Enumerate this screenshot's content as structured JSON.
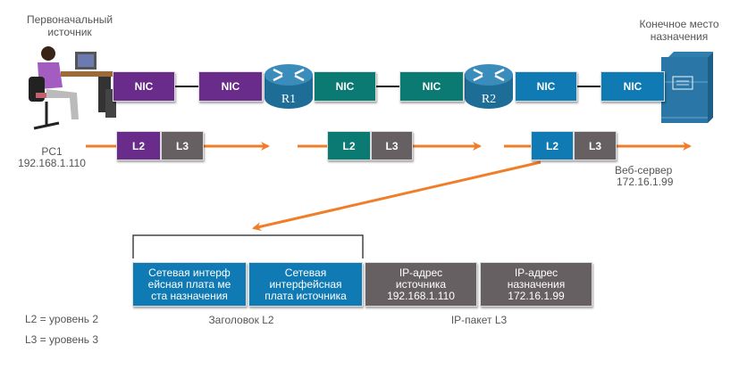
{
  "source": {
    "title": "Первоначальный\nисточник",
    "name": "PC1",
    "ip": "192.168.1.110"
  },
  "destination": {
    "title": "Конечное место\nназначения",
    "name": "Веб-сервер",
    "ip": "172.16.1.99"
  },
  "routers": [
    {
      "label": "R1"
    },
    {
      "label": "R2"
    }
  ],
  "nics": [
    {
      "label": "NIC",
      "color": "#6a2c8a"
    },
    {
      "label": "NIC",
      "color": "#6a2c8a"
    },
    {
      "label": "NIC",
      "color": "#0b7a72"
    },
    {
      "label": "NIC",
      "color": "#0b7a72"
    },
    {
      "label": "NIC",
      "color": "#0f7ab3"
    },
    {
      "label": "NIC",
      "color": "#0f7ab3"
    }
  ],
  "frames": [
    {
      "l2": "L2",
      "l3": "L3",
      "l2_color": "#6a2c8a"
    },
    {
      "l2": "L2",
      "l3": "L3",
      "l2_color": "#0b7a72"
    },
    {
      "l2": "L2",
      "l3": "L3",
      "l2_color": "#0f7ab3"
    }
  ],
  "frame_detail": {
    "l2_fields": [
      "Сетевая интерф\nейсная плата ме\nста назначения",
      "Сетевая\nинтерфейсная\nплата источника"
    ],
    "l3_fields": [
      "IP-адрес\nисточника\n192.168.1.110",
      "IP-адрес\nназначения\n172.16.1.99"
    ],
    "l2_caption": "Заголовок L2",
    "l3_caption": "IP-пакет L3"
  },
  "legend": [
    "L2 = уровень 2",
    "L3 = уровень 3"
  ],
  "colors": {
    "arrow": "#f07d27",
    "purple": "#6a2c8a",
    "teal": "#0b7a72",
    "blue": "#0f7ab3",
    "gray": "#666062"
  }
}
